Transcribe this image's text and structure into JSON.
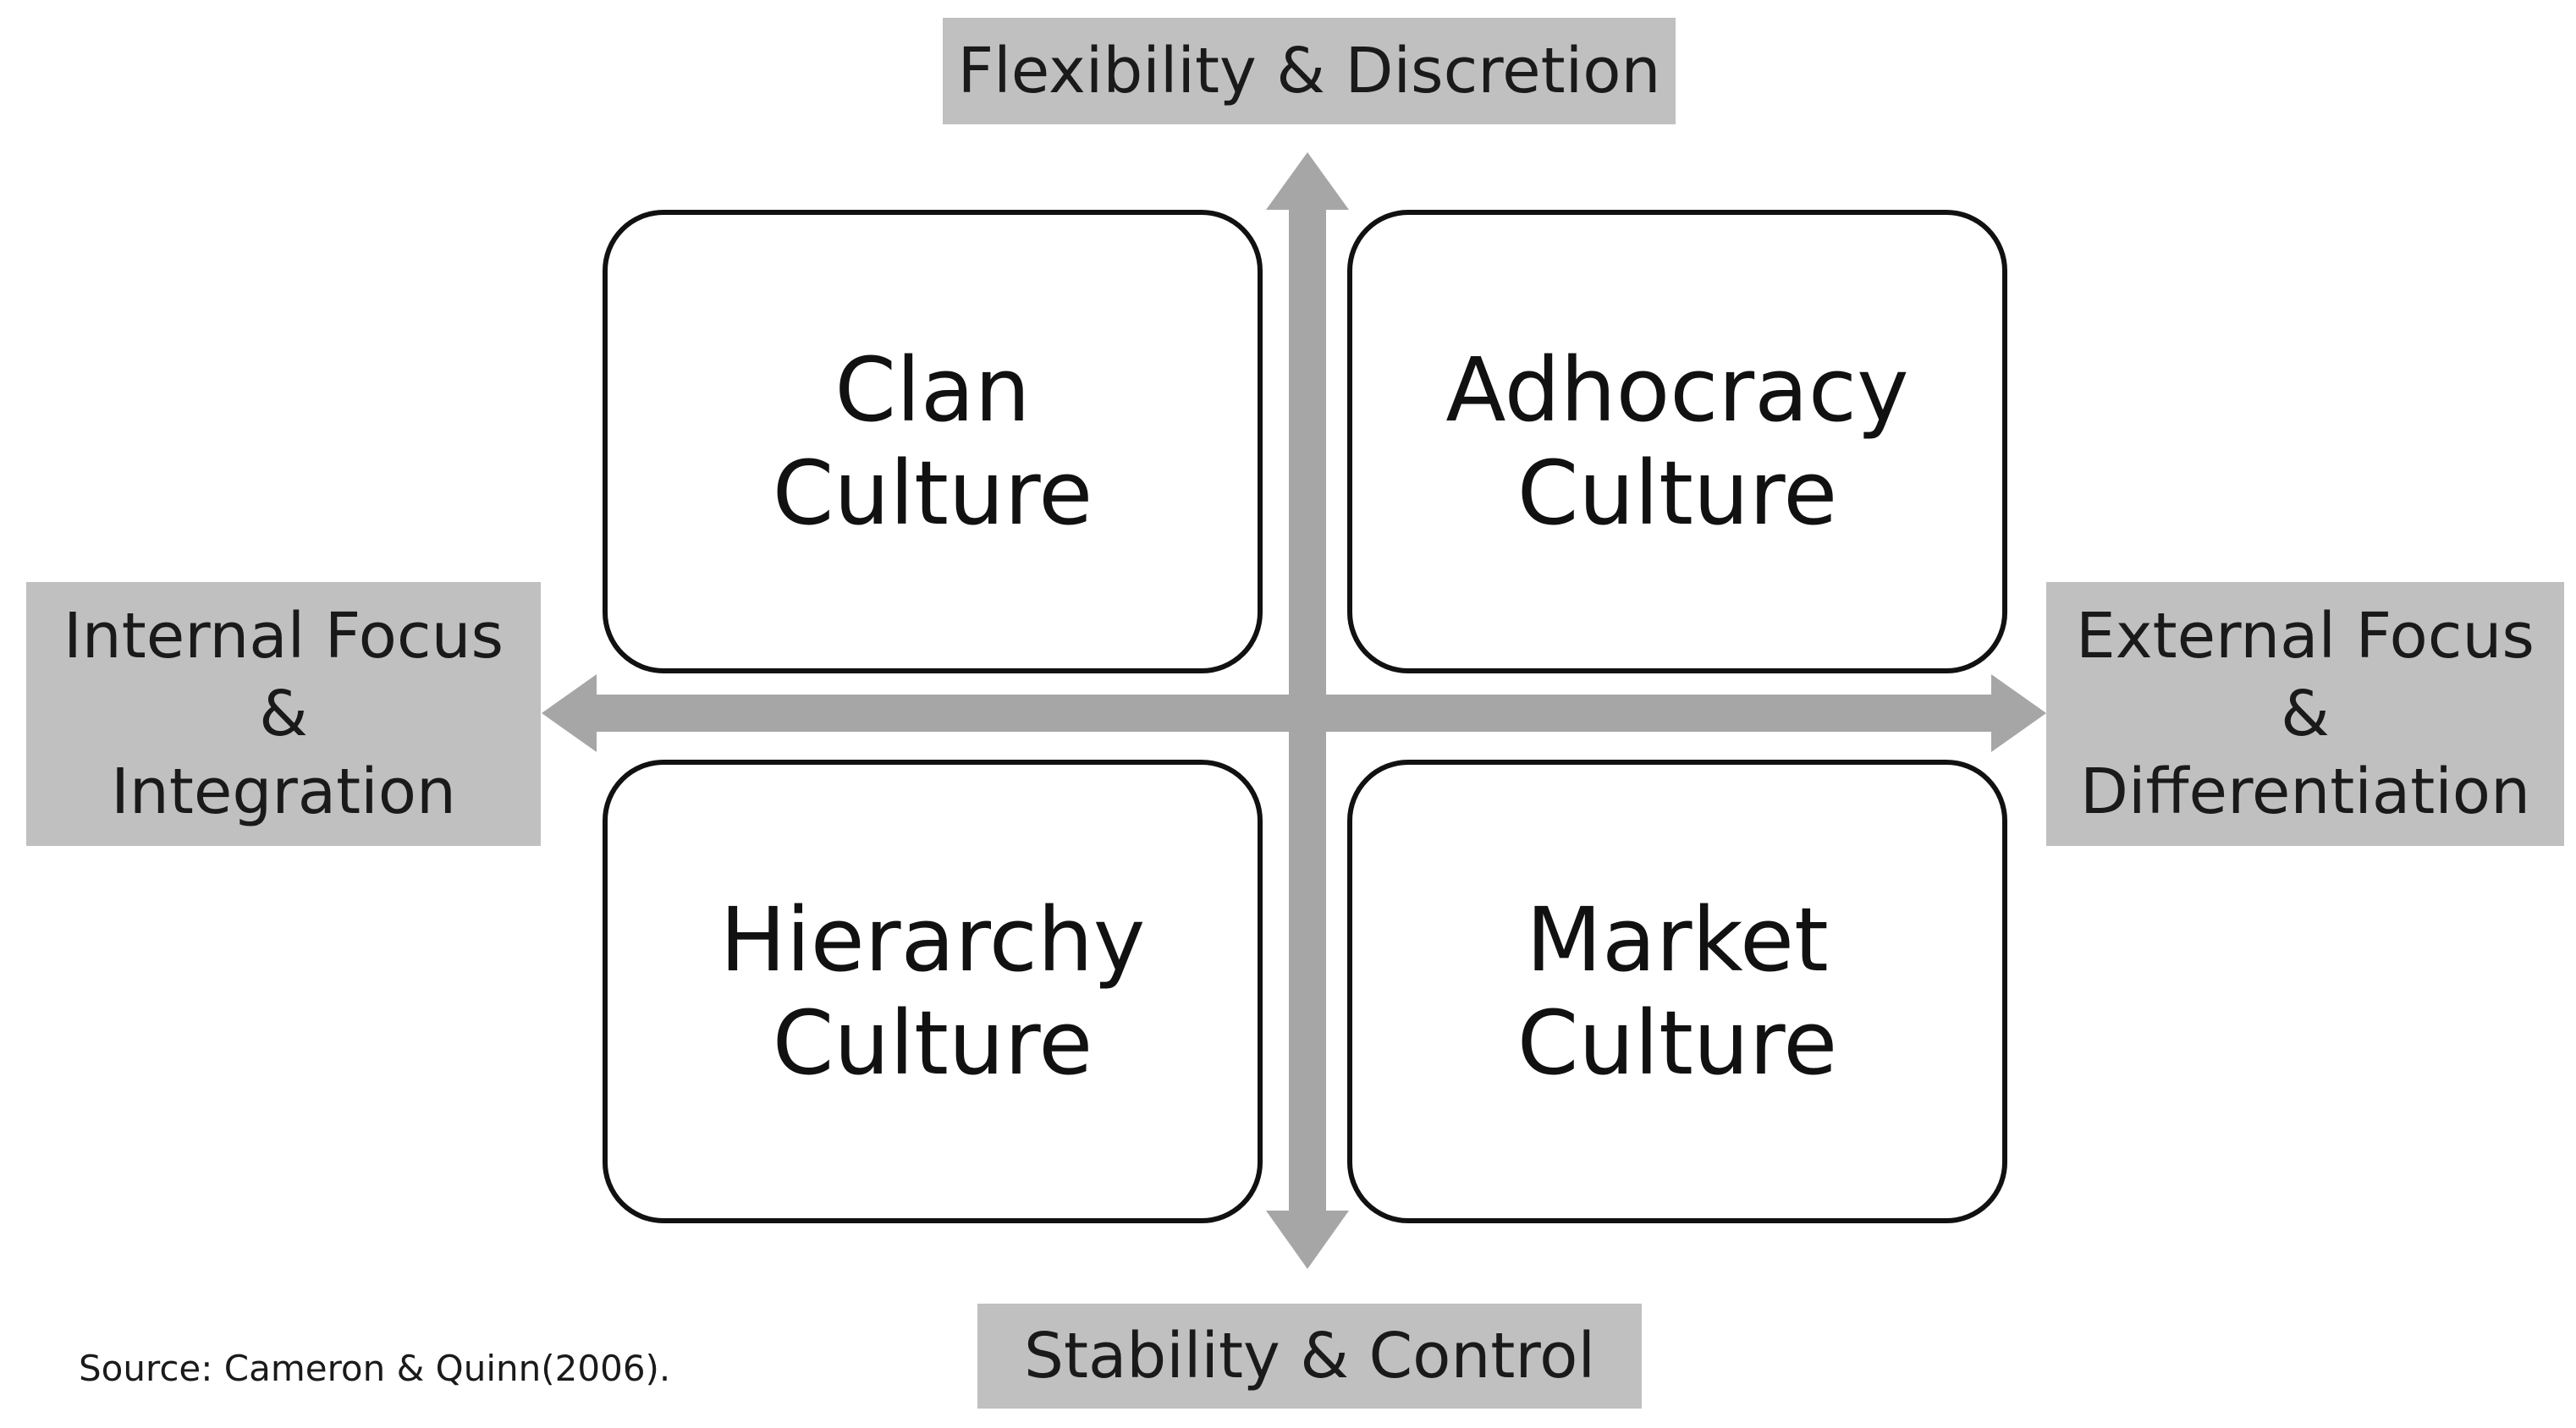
{
  "axes": {
    "top": "Flexibility & Discretion",
    "bottom": "Stability & Control",
    "left": [
      "Internal Focus",
      "&",
      "Integration"
    ],
    "right": [
      "External Focus",
      "&",
      "Differentiation"
    ]
  },
  "quadrants": {
    "top_left": [
      "Clan",
      "Culture"
    ],
    "top_right": [
      "Adhocracy",
      "Culture"
    ],
    "bottom_left": [
      "Hierarchy",
      "Culture"
    ],
    "bottom_right": [
      "Market",
      "Culture"
    ]
  },
  "source": "Source: Cameron & Quinn(2006).",
  "colors": {
    "arrow": "#a6a6a6",
    "label_background": "#c0c0c0",
    "box_border": "#111111"
  }
}
